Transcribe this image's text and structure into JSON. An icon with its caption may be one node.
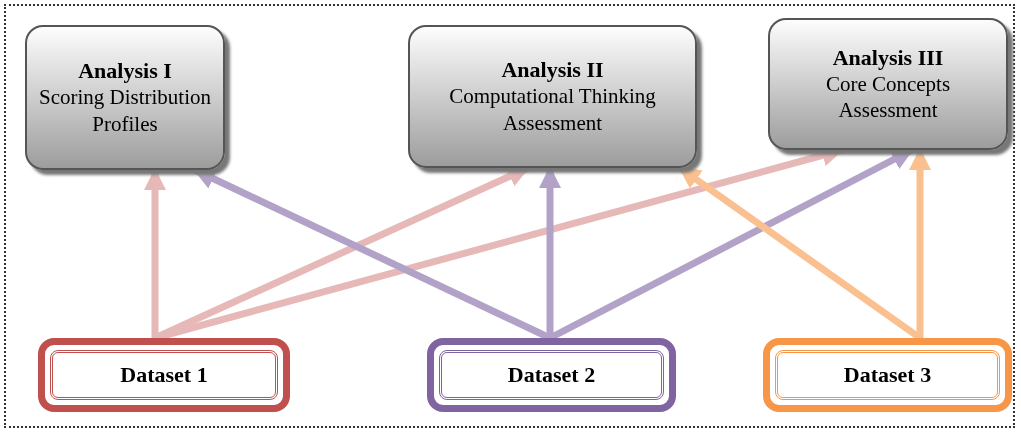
{
  "diagram": {
    "nodes": [
      {
        "text": [
          "Analysis I",
          "Scoring Distribution Profiles"
        ]
      },
      {
        "text": [
          "Analysis II",
          "Computational Thinking Assessment"
        ]
      },
      {
        "text": [
          "Analysis III",
          "Core Concepts Assessment"
        ]
      },
      {
        "text": [
          "Dataset 1"
        ]
      },
      {
        "text": [
          "Dataset 2"
        ]
      },
      {
        "text": [
          "Dataset 3"
        ]
      }
    ],
    "edges": [
      {
        "from": 3,
        "to": 0,
        "arrow": "to",
        "color": "#e6b9b8"
      },
      {
        "from": 3,
        "to": 1,
        "arrow": "to",
        "color": "#e6b9b8"
      },
      {
        "from": 3,
        "to": 2,
        "arrow": "to",
        "color": "#e6b9b8"
      },
      {
        "from": 4,
        "to": 0,
        "arrow": "to",
        "color": "#b3a2c7"
      },
      {
        "from": 4,
        "to": 1,
        "arrow": "to",
        "color": "#b3a2c7"
      },
      {
        "from": 4,
        "to": 2,
        "arrow": "to",
        "color": "#b3a2c7"
      },
      {
        "from": 5,
        "to": 1,
        "arrow": "to",
        "color": "#fac090"
      },
      {
        "from": 5,
        "to": 2,
        "arrow": "to",
        "color": "#fac090"
      }
    ]
  }
}
